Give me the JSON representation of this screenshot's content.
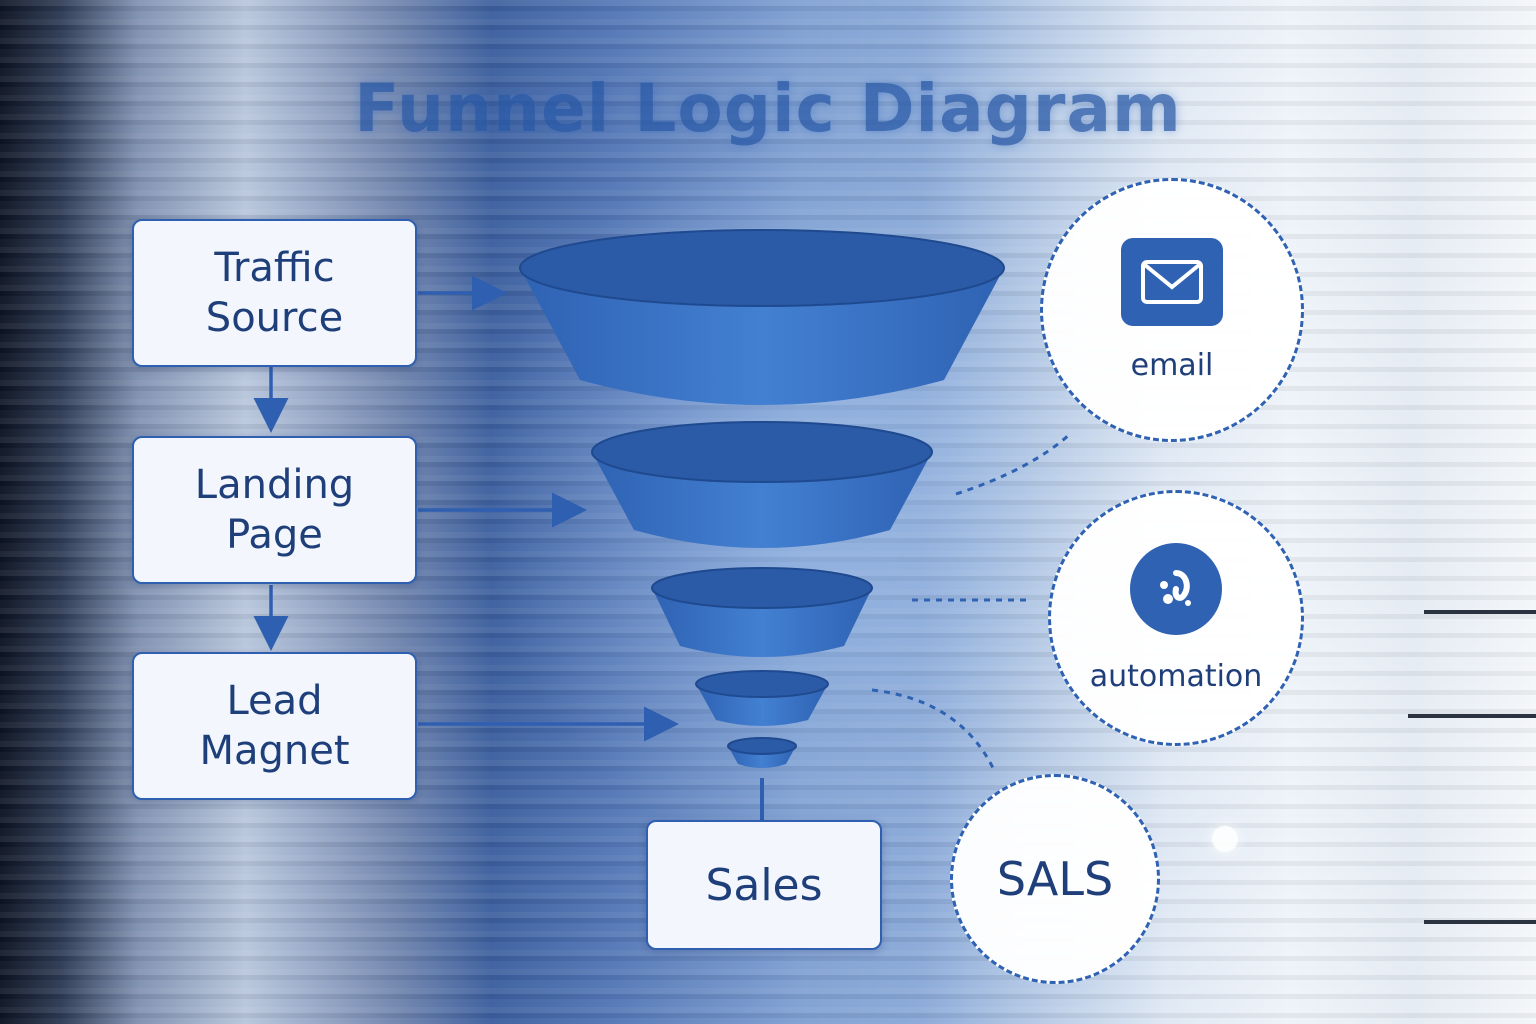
{
  "title": "Funnel Logic Diagram",
  "steps": [
    {
      "label": "Traffic\nSource"
    },
    {
      "label": "Landing\nPage"
    },
    {
      "label": "Lead\nMagnet"
    }
  ],
  "sales": {
    "label": "Sales"
  },
  "channels": [
    {
      "label": "email",
      "icon": "envelope-icon"
    },
    {
      "label": "automation",
      "icon": "automation-icon"
    },
    {
      "label": "SALS"
    }
  ],
  "funnel_stages": 5,
  "colors": {
    "accent": "#2f62b3",
    "funnel_fill": "#3c74c8",
    "funnel_top": "#2b5aa6",
    "text": "#1f3f7a",
    "node_bg": "#f3f7fd"
  }
}
